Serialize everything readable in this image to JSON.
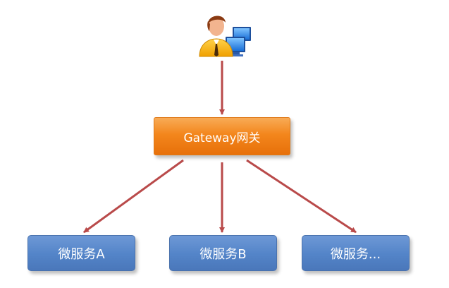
{
  "nodes": {
    "user": {
      "icon": "user-at-computer-icon"
    },
    "gateway": {
      "label": "Gateway网关"
    },
    "services": [
      {
        "label": "微服务A"
      },
      {
        "label": "微服务B"
      },
      {
        "label": "微服务..."
      }
    ]
  },
  "edges": [
    {
      "from": "user",
      "to": "gateway"
    },
    {
      "from": "gateway",
      "to": "services.0"
    },
    {
      "from": "gateway",
      "to": "services.1"
    },
    {
      "from": "gateway",
      "to": "services.2"
    }
  ],
  "colors": {
    "gateway_fill": "#f3861c",
    "service_fill": "#5384c8",
    "arrow": "#b94a4a"
  }
}
